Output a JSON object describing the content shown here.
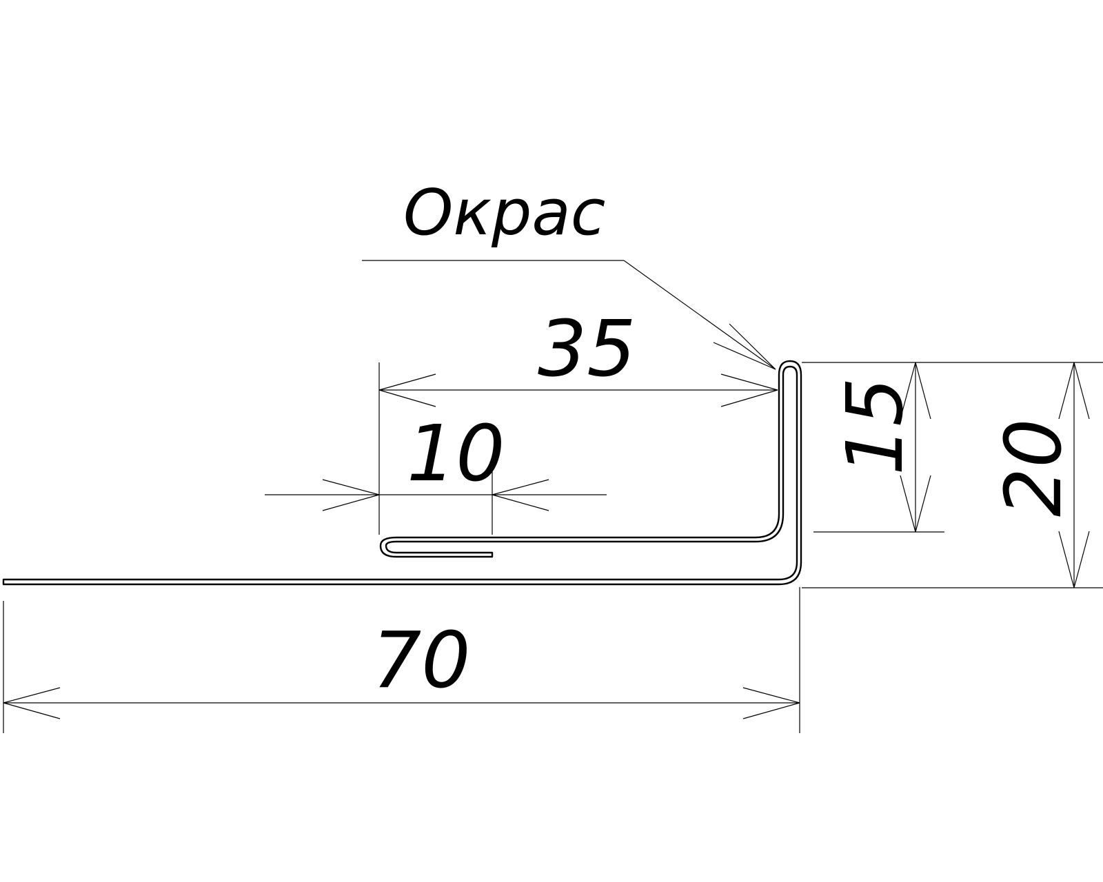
{
  "labels": {
    "coating": "Окрас"
  },
  "dimensions": {
    "top_length": "35",
    "hem_length": "10",
    "total_length": "70",
    "inner_height": "15",
    "total_height": "20"
  },
  "colors": {
    "line": "#000000",
    "background": "#ffffff"
  }
}
